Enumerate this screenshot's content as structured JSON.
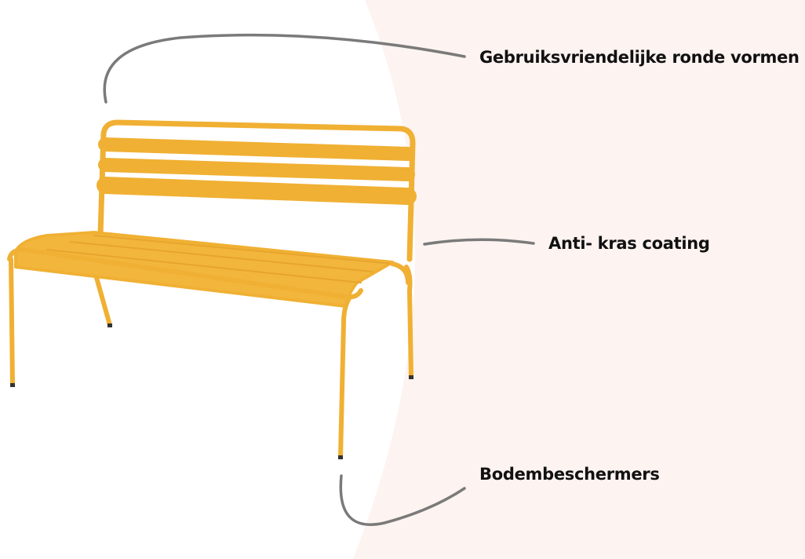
{
  "features": [
    {
      "label": "Gebruiksvriendelijke ronde vormen"
    },
    {
      "label": "Anti- kras coating"
    },
    {
      "label": "Bodembeschermers"
    }
  ],
  "colors": {
    "background": "#fdf3f0",
    "bench": "#f3b43a",
    "callout_line": "#7a7a7a"
  }
}
